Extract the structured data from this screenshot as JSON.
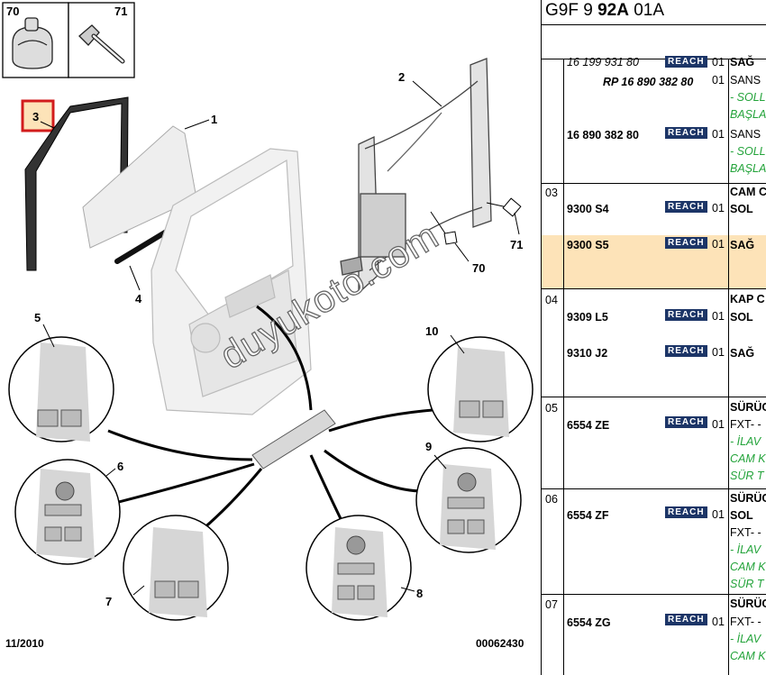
{
  "diagram": {
    "callouts": [
      "70",
      "71",
      "3",
      "1",
      "2",
      "4",
      "5",
      "10",
      "6",
      "9",
      "7",
      "8",
      "70",
      "71"
    ],
    "date": "11/2010",
    "ref_code": "00062430",
    "watermark": "duyukoto.com"
  },
  "table": {
    "title_pre": "G9F 9 ",
    "title_bold": "92A",
    "title_post": " 01A",
    "reach_label": "REACH",
    "rows": [
      {
        "idx": "",
        "pn": "16 199 931 80",
        "qty": "01",
        "desc": [
          "SAĞ"
        ]
      },
      {
        "idx": "",
        "pn": "RP 16 890 382 80",
        "qty": "01",
        "desc": [
          "SANS",
          "- SOLL",
          "BAŞLA"
        ]
      },
      {
        "idx": "",
        "pn": "16 890 382 80",
        "qty": "01",
        "desc": [
          "SANS",
          "- SOLL",
          "BAŞLA"
        ]
      },
      {
        "idx": "03",
        "pn": "9300 S4",
        "qty": "01",
        "desc": [
          "CAM C",
          "SOL"
        ]
      },
      {
        "idx": "",
        "pn": "9300 S5",
        "qty": "01",
        "desc": [
          "SAĞ"
        ]
      },
      {
        "idx": "04",
        "pn": "9309 L5",
        "qty": "01",
        "desc": [
          "KAP C",
          "SOL"
        ]
      },
      {
        "idx": "",
        "pn": "9310 J2",
        "qty": "01",
        "desc": [
          "SAĞ"
        ]
      },
      {
        "idx": "05",
        "pn": "6554 ZE",
        "qty": "01",
        "desc": [
          "SÜRÜC",
          "FXT- -",
          "- İLAV",
          "CAM K",
          "SÜR T"
        ]
      },
      {
        "idx": "06",
        "pn": "6554 ZF",
        "qty": "01",
        "desc": [
          "SÜRÜC",
          "SOL",
          "FXT- -",
          "- İLAV",
          "CAM K",
          "SÜR T"
        ]
      },
      {
        "idx": "07",
        "pn": "6554 ZG",
        "qty": "01",
        "desc": [
          "SÜRÜC",
          "FXT- -",
          "- İLAV",
          "CAM K"
        ]
      }
    ]
  }
}
